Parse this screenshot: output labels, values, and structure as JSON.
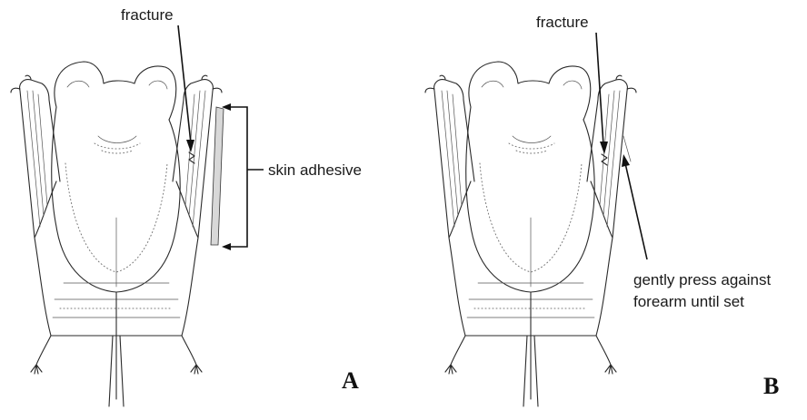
{
  "panels": [
    {
      "letter": "A",
      "labels": {
        "fracture": "fracture",
        "skin_adhesive": "skin adhesive"
      }
    },
    {
      "letter": "B",
      "labels": {
        "fracture": "fracture",
        "press_line1": "gently press against",
        "press_line2": "forearm until set"
      }
    }
  ]
}
